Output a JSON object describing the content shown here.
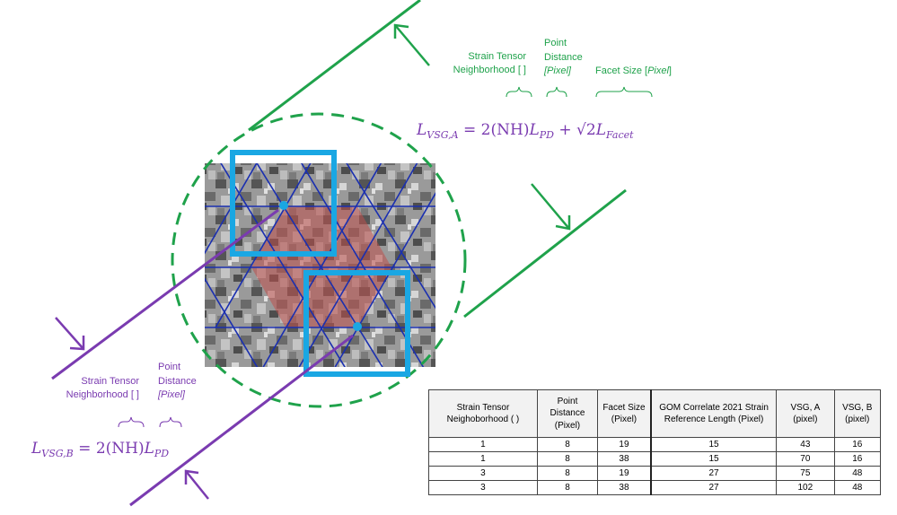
{
  "colors": {
    "green": "#1fa24b",
    "purple": "#7a3bb0",
    "cyan": "#1aa7e3",
    "blue_mesh": "#1a2fb0",
    "facet_fill": "#c0504d"
  },
  "labels_a": {
    "nh_line1": "Strain Tensor",
    "nh_line2": "Neighborhood [ ]",
    "pd_line1": "Point",
    "pd_line2": "Distance",
    "pd_line3": "[Pixel]",
    "facet_line1": "Facet Size [",
    "facet_unit": "Pixel",
    "facet_close": "]"
  },
  "labels_b": {
    "nh_line1": "Strain Tensor",
    "nh_line2": "Neighborhood [ ]",
    "pd_line1": "Point",
    "pd_line2": "Distance",
    "pd_line3": "[Pixel]"
  },
  "eq_a": {
    "L": "L",
    "sub": "VSG,A",
    "mid": " = 2(NH)",
    "L2": "L",
    "sub2": "PD",
    "plus": " + √2",
    "L3": "L",
    "sub3": "Facet"
  },
  "eq_b": {
    "L": "L",
    "sub": "VSG,B",
    "mid": " = 2(NH)",
    "L2": "L",
    "sub2": "PD"
  },
  "table": {
    "headers": [
      [
        "Strain Tensor",
        "Neighoborhood ( )"
      ],
      [
        "Point",
        "Distance",
        "(Pixel)"
      ],
      [
        "Facet Size",
        "(Pixel)"
      ],
      [
        "GOM Correlate 2021 Strain",
        "Reference Length (Pixel)"
      ],
      [
        "VSG, A",
        "(pixel)"
      ],
      [
        "VSG, B",
        "(pixel)"
      ]
    ],
    "rows": [
      [
        "1",
        "8",
        "19",
        "15",
        "43",
        "16"
      ],
      [
        "1",
        "8",
        "38",
        "15",
        "70",
        "16"
      ],
      [
        "3",
        "8",
        "19",
        "27",
        "75",
        "48"
      ],
      [
        "3",
        "8",
        "38",
        "27",
        "102",
        "48"
      ]
    ]
  }
}
